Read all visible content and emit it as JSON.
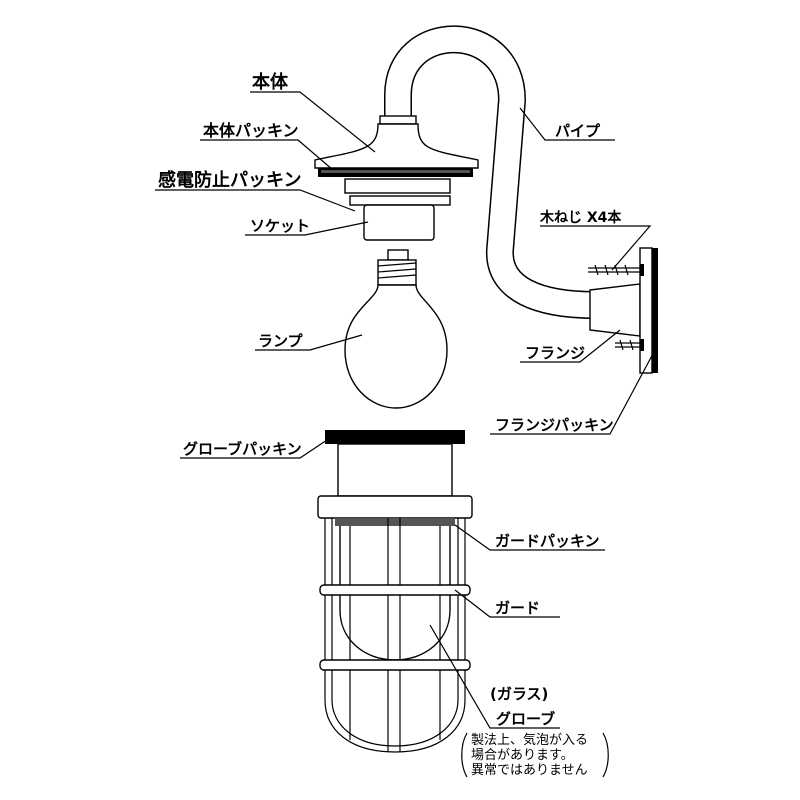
{
  "labels": {
    "body": "本体",
    "body_packing": "本体パッキン",
    "shock_packing": "感電防止パッキン",
    "socket": "ソケット",
    "lamp": "ランプ",
    "globe_packing": "グローブパッキン",
    "pipe": "パイプ",
    "wood_screw": "木ねじ X4本",
    "flange": "フランジ",
    "flange_packing": "フランジパッキン",
    "guard_packing": "ガードパッキン",
    "guard": "ガード",
    "glass": "(ガラス)",
    "globe": "グローブ"
  },
  "note": {
    "line1": "製法上、気泡が入る",
    "line2": "場合があります。",
    "line3": "異常ではありません"
  }
}
